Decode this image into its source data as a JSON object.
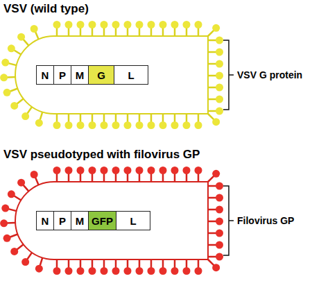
{
  "diagram": {
    "nodes": [
      {
        "text": [
          "N"
        ]
      },
      {
        "text": [
          "P"
        ]
      },
      {
        "text": [
          "M"
        ]
      },
      {
        "text": [
          "G"
        ]
      },
      {
        "text": [
          "L"
        ]
      },
      {
        "text": [
          "N"
        ]
      },
      {
        "text": [
          "P"
        ]
      },
      {
        "text": [
          "M"
        ]
      },
      {
        "text": [
          "GFP"
        ]
      },
      {
        "text": [
          "L"
        ]
      }
    ],
    "labels": [
      "VSV (wild type)",
      "VSV G protein",
      "VSV pseudotyped with filovirus GP",
      "Filovirus GP"
    ]
  }
}
